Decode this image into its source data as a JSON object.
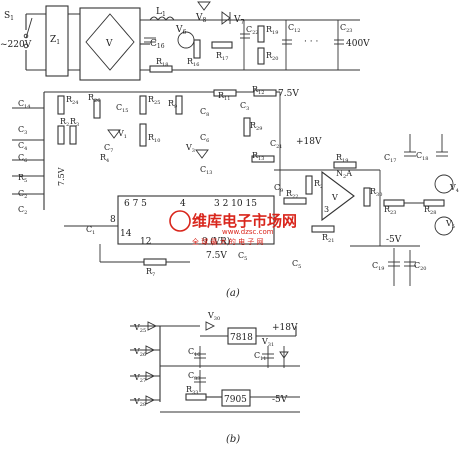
{
  "diagram": {
    "part_a": {
      "caption": "(a)",
      "components": {
        "S1": "S",
        "S1_sub": "1",
        "mains": "~220V",
        "Z1": "Z",
        "Z1_sub": "1",
        "V_bridge": "V",
        "L1": "L",
        "L1_sub": "1",
        "V8": "V",
        "V8_sub": "8",
        "V7": "V",
        "V7_sub": "7",
        "C16": "C",
        "C16_sub": "16",
        "V6": "V",
        "V6_sub": "6",
        "R16": "R",
        "R16_sub": "16",
        "R17": "R",
        "R17_sub": "17",
        "C22": "C",
        "C22_sub": "22",
        "R19": "R",
        "R19_sub": "19",
        "C12": "C",
        "C12_sub": "12",
        "C23": "C",
        "C23_sub": "23",
        "R20": "R",
        "R20_sub": "20",
        "dots": "· · ·",
        "v400": "400V",
        "R18": "R",
        "R18_sub": "18",
        "C14": "C",
        "C14_sub": "14",
        "R24": "R",
        "R24_sub": "24",
        "R26": "R",
        "R26_sub": "26",
        "R25": "R",
        "R25_sub": "25",
        "R9": "R",
        "R9_sub": "9",
        "R11": "R",
        "R11_sub": "11",
        "R12": "R",
        "R12_sub": "12",
        "v75_top": "7.5V",
        "C3": "C",
        "C3_sub": "3",
        "C4": "C",
        "C4_sub": "4",
        "R2": "R",
        "R2_sub": "2",
        "R3": "R",
        "R3_sub": "3",
        "C15": "C",
        "C15_sub": "15",
        "V1": "V",
        "V1_sub": "1",
        "R10": "R",
        "R10_sub": "10",
        "C6": "C",
        "C6_sub": "6",
        "C7": "C",
        "C7_sub": "7",
        "C8": "C",
        "C8_sub": "8",
        "R13": "R",
        "R13_sub": "13",
        "R29": "R",
        "R29_sub": "29",
        "C21": "C",
        "C21_sub": "21",
        "v18": "+18V",
        "C1": "C",
        "C1_sub": "1",
        "R4": "R",
        "R4_sub": "4",
        "V3": "V",
        "V3_sub": "3",
        "C13": "C",
        "C13_sub": "13",
        "R14": "R",
        "R14_sub": "14",
        "R15": "R",
        "R15_sub": "15",
        "C17": "C",
        "C17_sub": "17",
        "C18": "C",
        "C18_sub": "18",
        "R5": "R",
        "R5_sub": "5",
        "R8": "R",
        "R8_sub": "8",
        "v75_left": "7.5V",
        "C2": "C",
        "C2_sub": "2",
        "pins_top": "6  7  5",
        "pin4": "4",
        "pins_right": "3  2  10  15",
        "pin8": "8",
        "pin14": "14",
        "pin12": "12",
        "pin9": "9",
        "VR": "(VR)",
        "R7": "R",
        "R7_sub": "7",
        "v75_bottom": "7.5V",
        "C5": "C",
        "C5_sub": "5",
        "C11": "C",
        "C11_sub": "11",
        "R22": "R",
        "R22_sub": "22",
        "C9": "C",
        "C9_sub": "9",
        "R27": "R",
        "R27_sub": "27",
        "R19b": "R",
        "R19b_sub": "19",
        "N2A": "N",
        "N2A_sub": "2",
        "N2A_suf": "A",
        "pin3_op": "3",
        "V_op": "V",
        "R30": "R",
        "R30_sub": "30",
        "R21": "R",
        "R21_sub": "21",
        "R23": "R",
        "R23_sub": "23",
        "R28": "R",
        "R28_sub": "28",
        "V4": "V",
        "V4_sub": "4",
        "V5": "V",
        "V5_sub": "5",
        "vneg5": "-5V",
        "C19": "C",
        "C19_sub": "19",
        "C20": "C",
        "C20_sub": "20"
      }
    },
    "part_b": {
      "caption": "(b)",
      "components": {
        "V25": "V",
        "V25_sub": "25",
        "V26": "V",
        "V26_sub": "26",
        "V27": "V",
        "V27_sub": "27",
        "V28": "V",
        "V28_sub": "28",
        "V30": "V",
        "V30_sub": "30",
        "reg7818": "7818",
        "V31": "V",
        "V31_sub": "31",
        "v18": "+18V",
        "C10": "C",
        "C10_sub": "10",
        "C11": "C",
        "C11_sub": "11",
        "C33": "C",
        "C33_sub": "33",
        "R33": "R",
        "R33_sub": "33",
        "reg7905": "7905",
        "vneg5": "-5V"
      }
    },
    "watermark": {
      "title": "维库电子市场网",
      "url": "www.dzsc.com",
      "slogan": "全 球 最 大 的 电 子 网"
    },
    "colors": {
      "ink": "#333333",
      "watermark": "#d9261c"
    }
  }
}
